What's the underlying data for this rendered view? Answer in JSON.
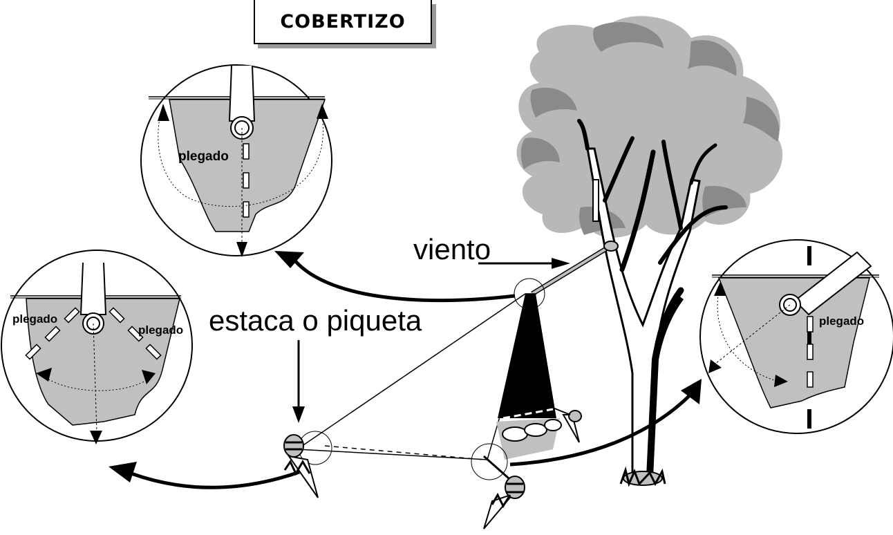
{
  "title": "COBERTIZO",
  "labels": {
    "wind": "viento",
    "stake": "estaca o piqueta",
    "fold": "plegado"
  },
  "colors": {
    "canvas": "#c0c0c0",
    "foliage_light": "#b8b8b8",
    "foliage_dark": "#8a8a8a",
    "ink": "#000000"
  }
}
